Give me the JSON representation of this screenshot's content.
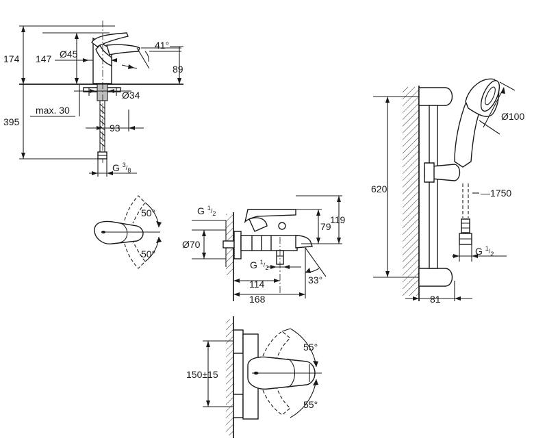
{
  "basin_mixer": {
    "dim_height_total": "174",
    "dim_height_spout": "147",
    "dim_body_diameter": "Ø45",
    "dim_lever_angle": "41°",
    "dim_spout_clearance": "89",
    "dim_base_diameter": "Ø34",
    "dim_max_deck": "max. 30",
    "dim_overall_length": "395",
    "dim_projection": "93",
    "connection_letter": "G",
    "connection_sup": "3",
    "connection_sub": "8"
  },
  "basin_top_view": {
    "angle_upper": "50°",
    "angle_lower": "50°"
  },
  "bath_mixer": {
    "connection_top_letter": "G",
    "connection_top_sup": "1",
    "connection_top_sub": "2",
    "dim_rosette": "Ø70",
    "dim_lever_top": "119",
    "dim_lever_mid": "79",
    "connection_bottom_letter": "G",
    "connection_bottom_sup": "1",
    "connection_bottom_sub": "2",
    "dim_spout_reach": "114",
    "dim_angle": "33°",
    "dim_total_reach": "168"
  },
  "bath_top_view": {
    "dim_centres": "150±15",
    "angle_upper": "55°",
    "angle_lower": "55°"
  },
  "shower_rail": {
    "dim_head_diameter": "Ø100",
    "dim_rail_height": "620",
    "dim_hose_length": "1750",
    "connection_letter": "G",
    "connection_sup": "1",
    "connection_sub": "2",
    "dim_wall_depth": "81"
  }
}
